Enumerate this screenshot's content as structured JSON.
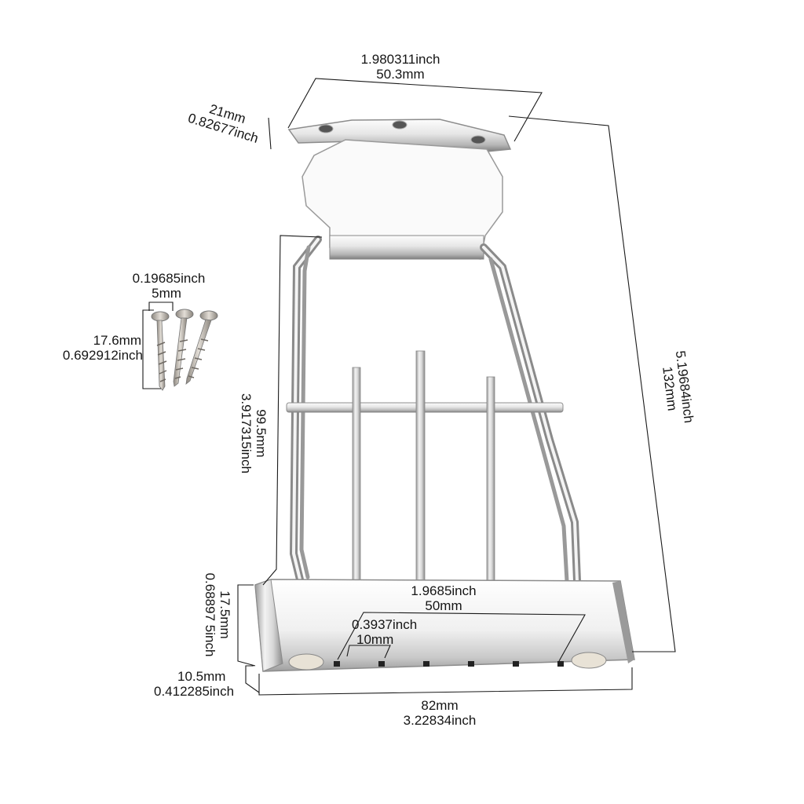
{
  "colors": {
    "background": "#ffffff",
    "dimension_line": "#1a1a1a",
    "chrome_light": "#f4f4f4",
    "chrome_dark": "#8c8c8c",
    "screw": "#b9b4ad"
  },
  "dimensions": {
    "top_plate_width": {
      "inch": "1.980311inch",
      "mm": "50.3mm"
    },
    "top_plate_height": {
      "mm": "21mm",
      "inch": "0.82677inch"
    },
    "screw_head": {
      "inch": "0.19685inch",
      "mm": "5mm"
    },
    "screw_length": {
      "mm": "17.6mm",
      "inch": "0.692912inch"
    },
    "total_length": {
      "inch": "5.19684inch",
      "mm": "132mm"
    },
    "frame_length": {
      "mm": "99.5mm",
      "inch": "3.917315inch"
    },
    "hole_span": {
      "inch": "1.9685inch",
      "mm": "50mm"
    },
    "hole_spacing": {
      "inch": "0.3937inch",
      "mm": "10mm"
    },
    "bar_height": {
      "mm": "17.5mm",
      "inch": "0.68897 5inch"
    },
    "bar_depth": {
      "mm": "10.5mm",
      "inch": "0.412285inch"
    },
    "bar_width": {
      "mm": "82mm",
      "inch": "3.22834inch"
    }
  }
}
